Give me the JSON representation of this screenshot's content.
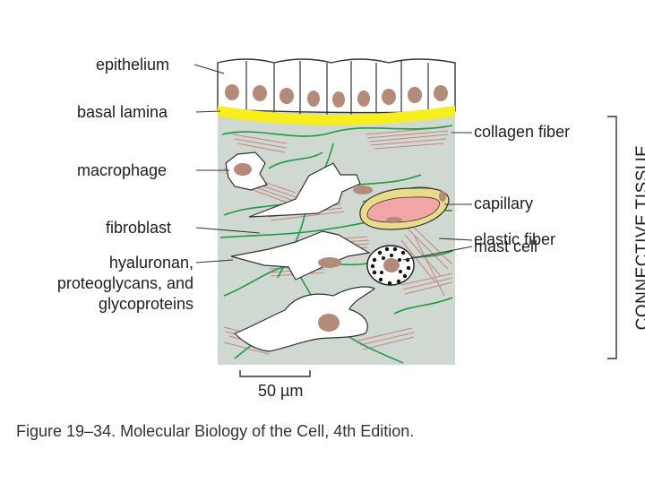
{
  "labels": {
    "epithelium": "epithelium",
    "basal_lamina": "basal lamina",
    "macrophage": "macrophage",
    "fibroblast": "fibroblast",
    "hyaluronan_line1": "hyaluronan,",
    "hyaluronan_line2": "proteoglycans, and",
    "hyaluronan_line3": "glycoproteins",
    "collagen_fiber": "collagen fiber",
    "capillary": "capillary",
    "elastic_fiber": "elastic fiber",
    "mast_cell": "mast cell"
  },
  "side_label": "CONNECTIVE TISSUE",
  "scale_bar": "50 µm",
  "caption": "Figure 19–34. Molecular Biology of the Cell, 4th Edition.",
  "colors": {
    "tissue": "#cfd9d1",
    "basal_lamina": "#f7ee1f",
    "elastic_fiber": "#1f9a45",
    "collagen": "#c97a7a",
    "nucleus": "#b48b78",
    "capillary_wall": "#e8dc8c",
    "capillary_lumen": "#f2a6a6"
  }
}
